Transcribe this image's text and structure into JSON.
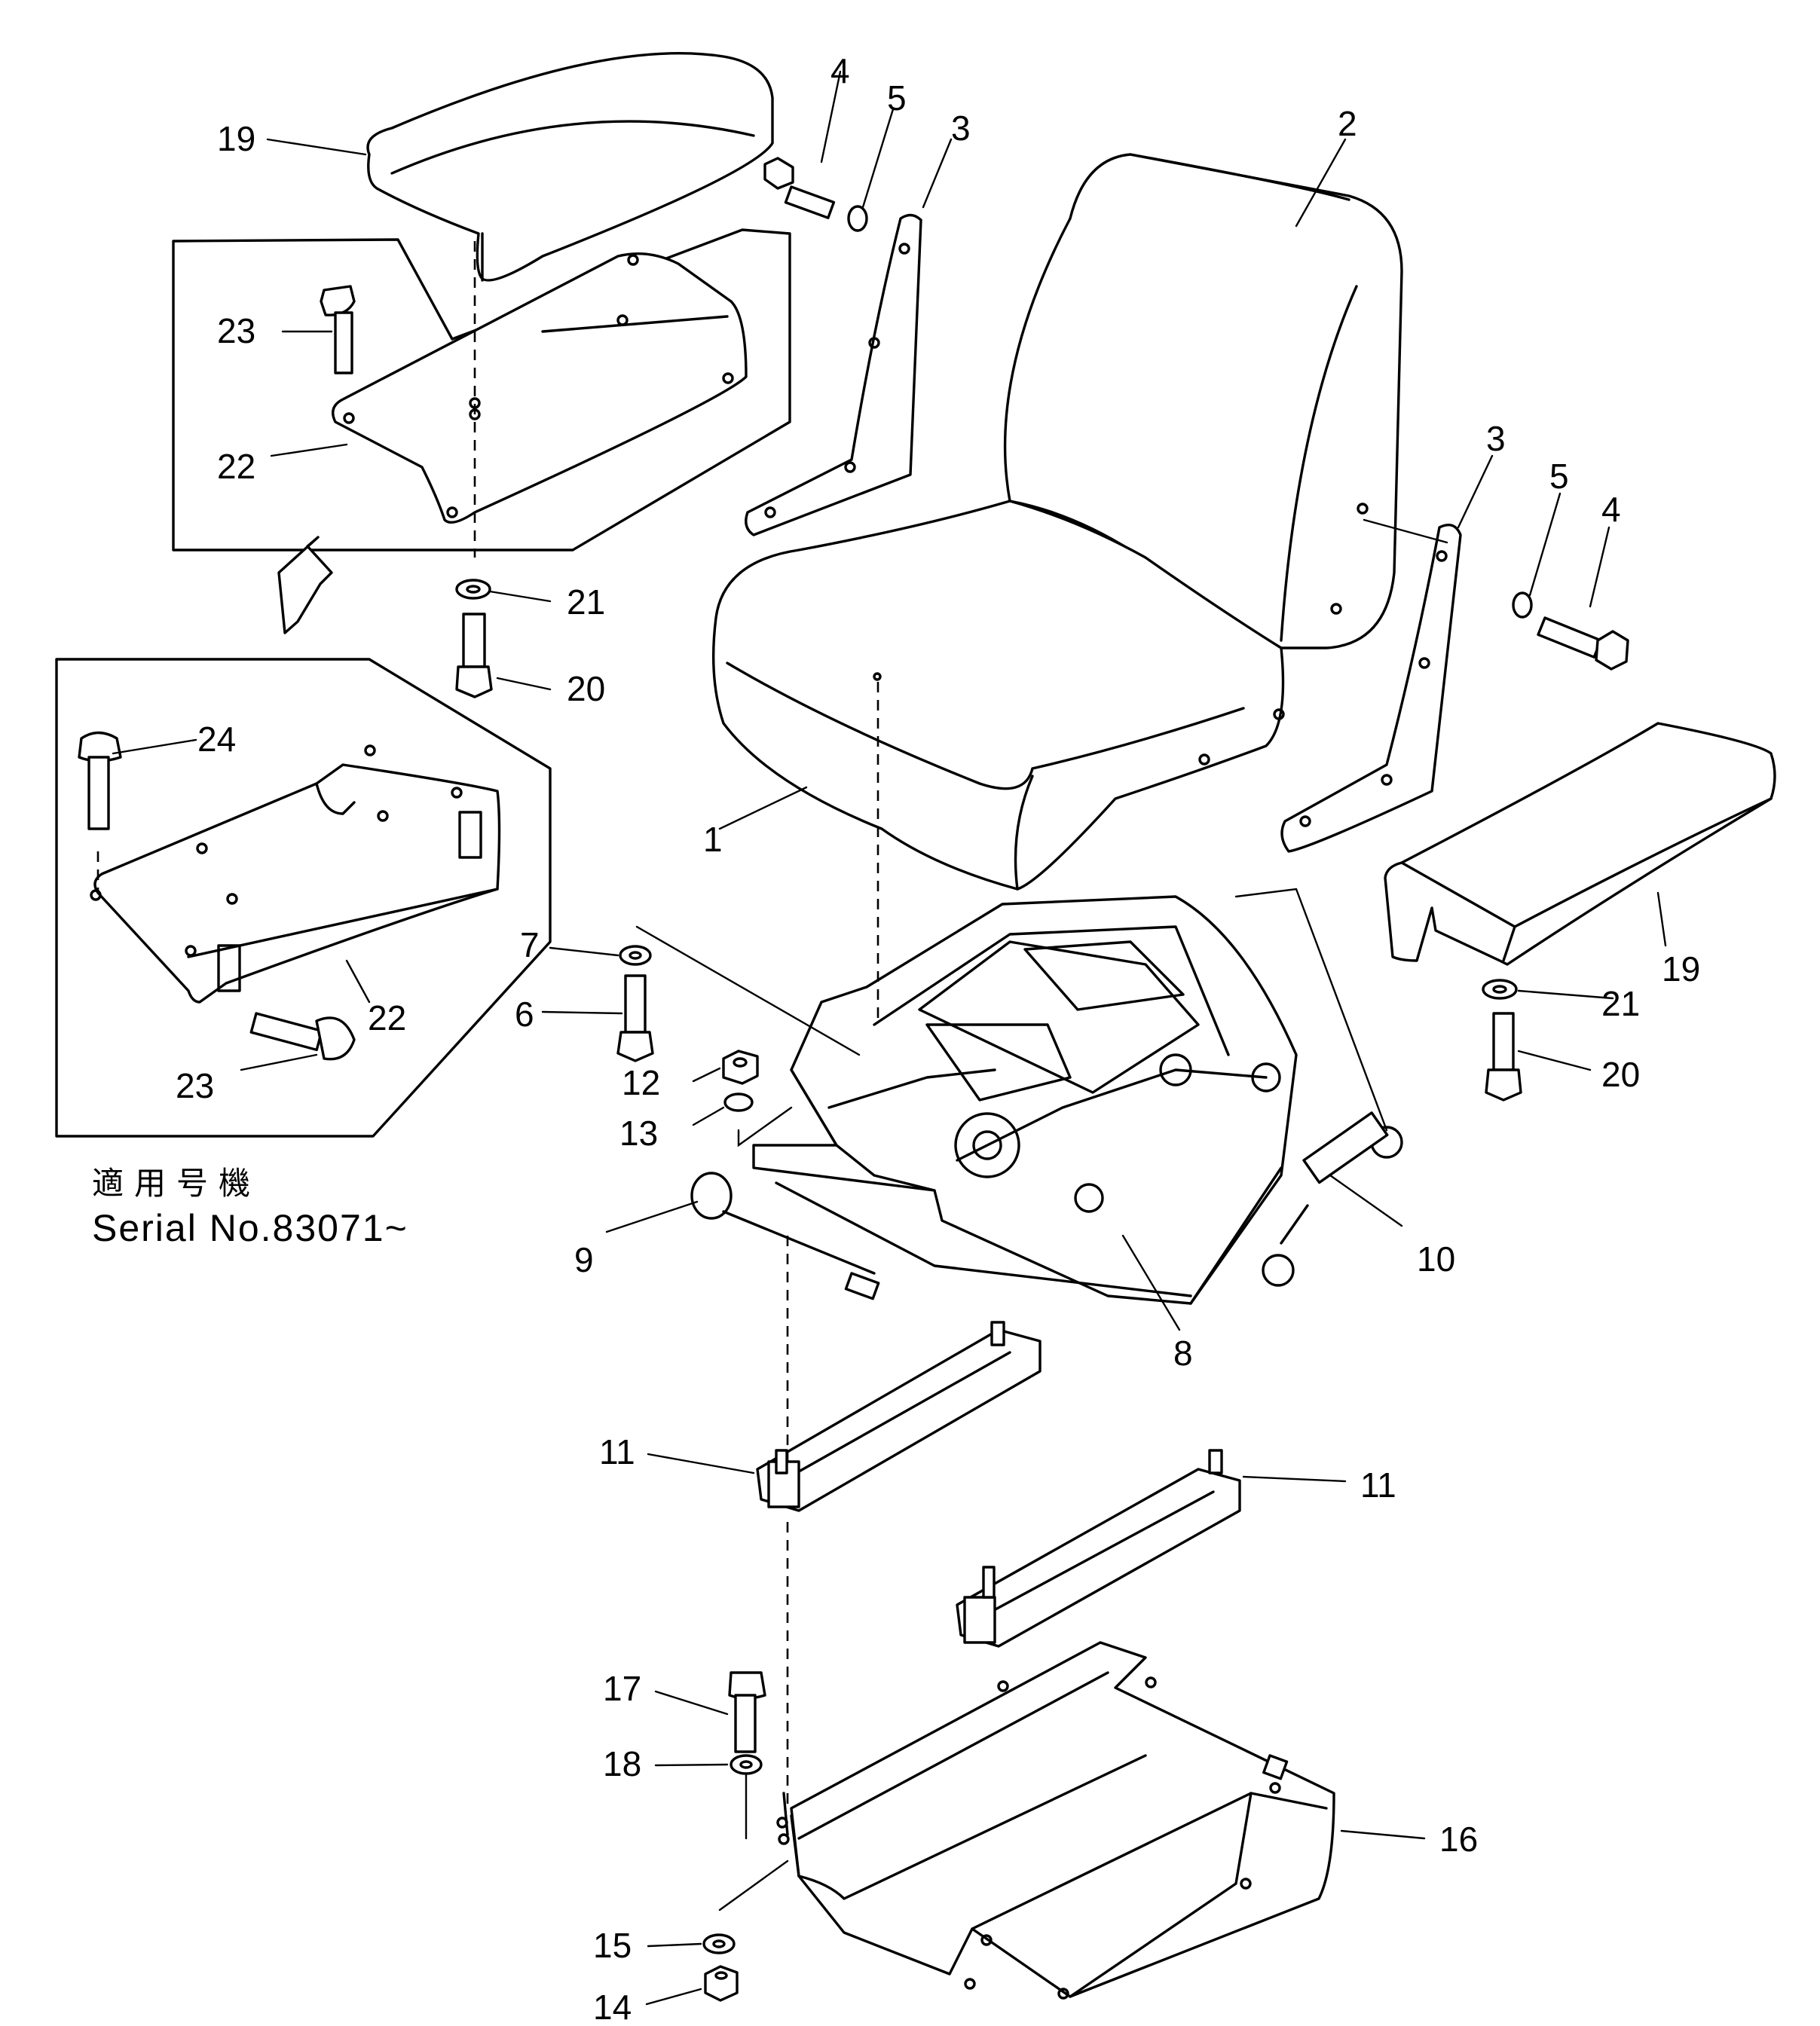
{
  "diagram": {
    "parts": [
      {
        "id": "p1",
        "number": "1"
      },
      {
        "id": "p2",
        "number": "2"
      },
      {
        "id": "p3a",
        "number": "3"
      },
      {
        "id": "p3b",
        "number": "3"
      },
      {
        "id": "p4a",
        "number": "4"
      },
      {
        "id": "p4b",
        "number": "4"
      },
      {
        "id": "p5a",
        "number": "5"
      },
      {
        "id": "p5b",
        "number": "5"
      },
      {
        "id": "p6",
        "number": "6"
      },
      {
        "id": "p7",
        "number": "7"
      },
      {
        "id": "p8",
        "number": "8"
      },
      {
        "id": "p9",
        "number": "9"
      },
      {
        "id": "p10",
        "number": "10"
      },
      {
        "id": "p11a",
        "number": "11"
      },
      {
        "id": "p11b",
        "number": "11"
      },
      {
        "id": "p12",
        "number": "12"
      },
      {
        "id": "p13",
        "number": "13"
      },
      {
        "id": "p14",
        "number": "14"
      },
      {
        "id": "p15",
        "number": "15"
      },
      {
        "id": "p16",
        "number": "16"
      },
      {
        "id": "p17",
        "number": "17"
      },
      {
        "id": "p18",
        "number": "18"
      },
      {
        "id": "p19a",
        "number": "19"
      },
      {
        "id": "p19b",
        "number": "19"
      },
      {
        "id": "p20a",
        "number": "20"
      },
      {
        "id": "p20b",
        "number": "20"
      },
      {
        "id": "p21a",
        "number": "21"
      },
      {
        "id": "p21b",
        "number": "21"
      },
      {
        "id": "p22a",
        "number": "22"
      },
      {
        "id": "p22b",
        "number": "22"
      },
      {
        "id": "p23a",
        "number": "23"
      },
      {
        "id": "p23b",
        "number": "23"
      },
      {
        "id": "p24",
        "number": "24"
      }
    ],
    "applicability_note": {
      "japanese": "適用号機",
      "serial": "Serial  No.83071~"
    }
  }
}
